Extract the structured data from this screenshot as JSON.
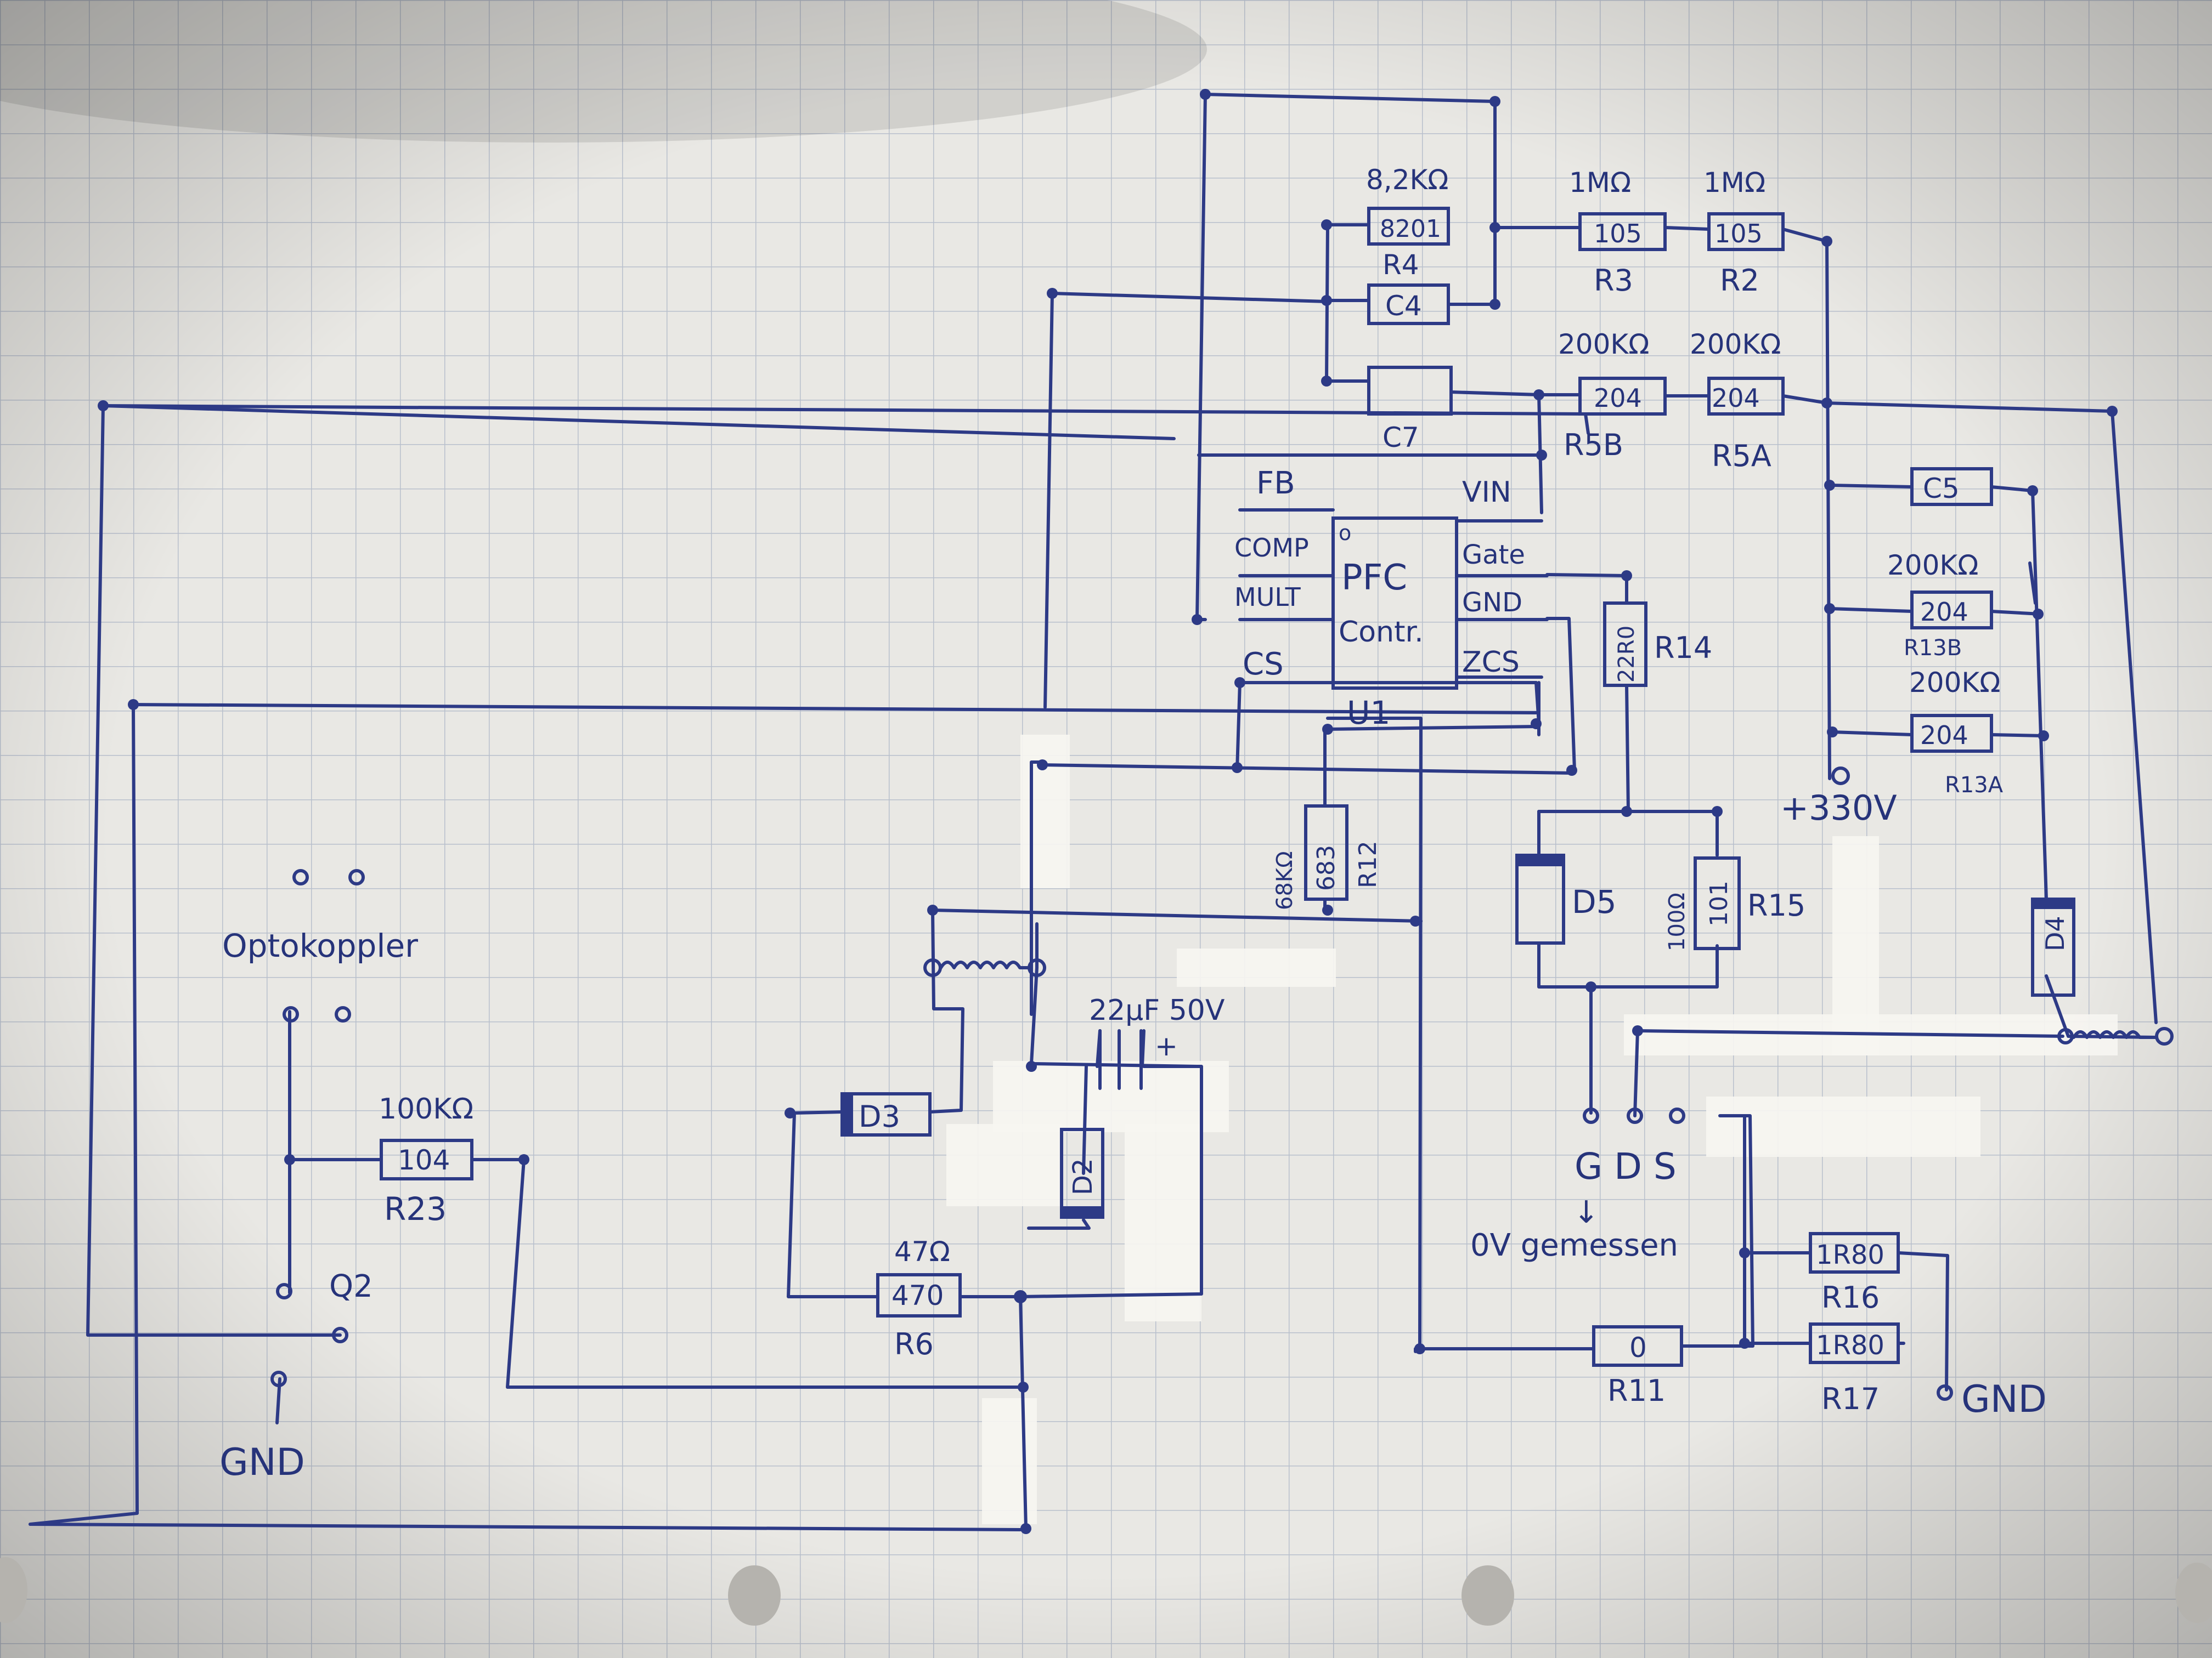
{
  "values": {
    "r4_value": "8,2KΩ",
    "r4_code": "8201",
    "r4_name": "R4",
    "c4_code": "C4",
    "c7_name": "C7",
    "r3_value": "1MΩ",
    "r3_code": "105",
    "r3_name": "R3",
    "r2_value": "1MΩ",
    "r2_code": "105",
    "r2_name": "R2",
    "r5b_value": "200KΩ",
    "r5b_code": "204",
    "r5b_name": "R5B",
    "r5a_value": "200KΩ",
    "r5a_code": "204",
    "r5a_name": "R5A",
    "c5_code": "C5",
    "r13b_value": "200KΩ",
    "r13b_code": "204",
    "r13b_name": "R13B",
    "r13a_value": "200KΩ",
    "r13a_code": "204",
    "r13a_name": "R13A",
    "v_label": "+330V",
    "d4_name": "D4",
    "r14_code": "22R0",
    "r14_name": "R14",
    "d5_name": "D5",
    "r15_value": "100Ω",
    "r15_code": "101",
    "r15_name": "R15",
    "r12_value": "68KΩ",
    "r12_code": "683",
    "r12_name": "R12",
    "cap_value": "22µF 50V",
    "cap_plus": "+",
    "d3_name": "D3",
    "d2_name": "D2",
    "r6_value": "47Ω",
    "r6_code": "470",
    "r6_name": "R6",
    "r23_value": "100KΩ",
    "r23_code": "104",
    "r23_name": "R23",
    "r11_code": "0",
    "r11_name": "R11",
    "r16_code": "1R80",
    "r16_name": "R16",
    "r17_code": "1R80",
    "r17_name": "R17"
  },
  "ic": {
    "pin_fb": "FB",
    "pin_comp": "COMP",
    "pin_mult": "MULT",
    "pin_cs": "CS",
    "pin_vin": "VIN",
    "pin_gate": "Gate",
    "pin_gnd": "GND",
    "pin_zcs": "ZCS",
    "title_line1": "PFC",
    "title_line2": "Contr.",
    "name": "U1",
    "pin1_mark": "o"
  },
  "labels": {
    "optokoppler": "Optokoppler",
    "q2": "Q2",
    "gnd_left": "GND",
    "gnd_right": "GND",
    "mosfet_pins": "G D S",
    "arrow": "↓",
    "measured": "0V gemessen"
  },
  "colors": {
    "paper": "#e9e8e4",
    "grid": "#b8bfcc",
    "ink": "#2d3a86",
    "correction": "#f6f5f1"
  }
}
